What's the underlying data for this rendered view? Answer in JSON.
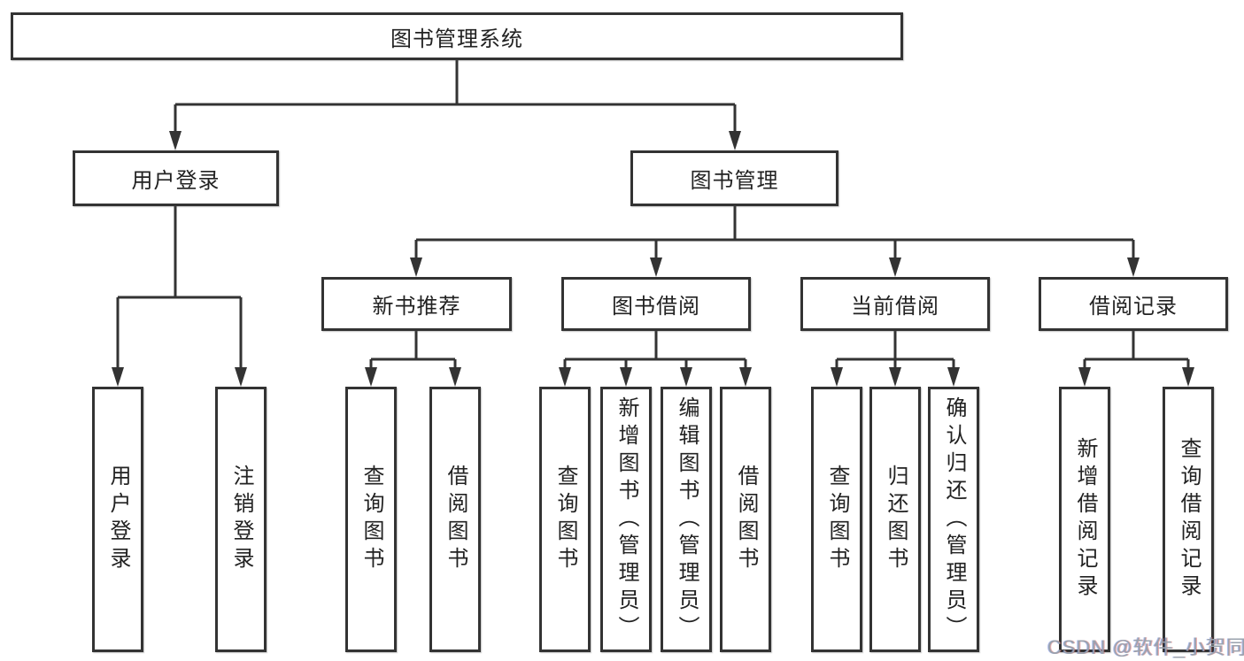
{
  "diagram": {
    "root": {
      "label": "图书管理系统",
      "children": [
        {
          "label": "用户登录",
          "children": [
            {
              "label": "用户登录"
            },
            {
              "label": "注销登录"
            }
          ]
        },
        {
          "label": "图书管理",
          "children": [
            {
              "label": "新书推荐",
              "children": [
                {
                  "label": "查询图书"
                },
                {
                  "label": "借阅图书"
                }
              ]
            },
            {
              "label": "图书借阅",
              "children": [
                {
                  "label": "查询图书"
                },
                {
                  "label": "新增图书（管理员）"
                },
                {
                  "label": "编辑图书（管理员）"
                },
                {
                  "label": "借阅图书"
                }
              ]
            },
            {
              "label": "当前借阅",
              "children": [
                {
                  "label": "查询图书"
                },
                {
                  "label": "归还图书"
                },
                {
                  "label": "确认归还（管理员）"
                }
              ]
            },
            {
              "label": "借阅记录",
              "children": [
                {
                  "label": "新增借阅记录"
                },
                {
                  "label": "查询借阅记录"
                }
              ]
            }
          ]
        }
      ]
    }
  },
  "watermark": {
    "text": "CSDN @软件_小贺同学"
  },
  "style": {
    "line_color": "#333333",
    "text_color": "#222222",
    "background": "#ffffff",
    "watermark_color": "#9aa2ad"
  }
}
